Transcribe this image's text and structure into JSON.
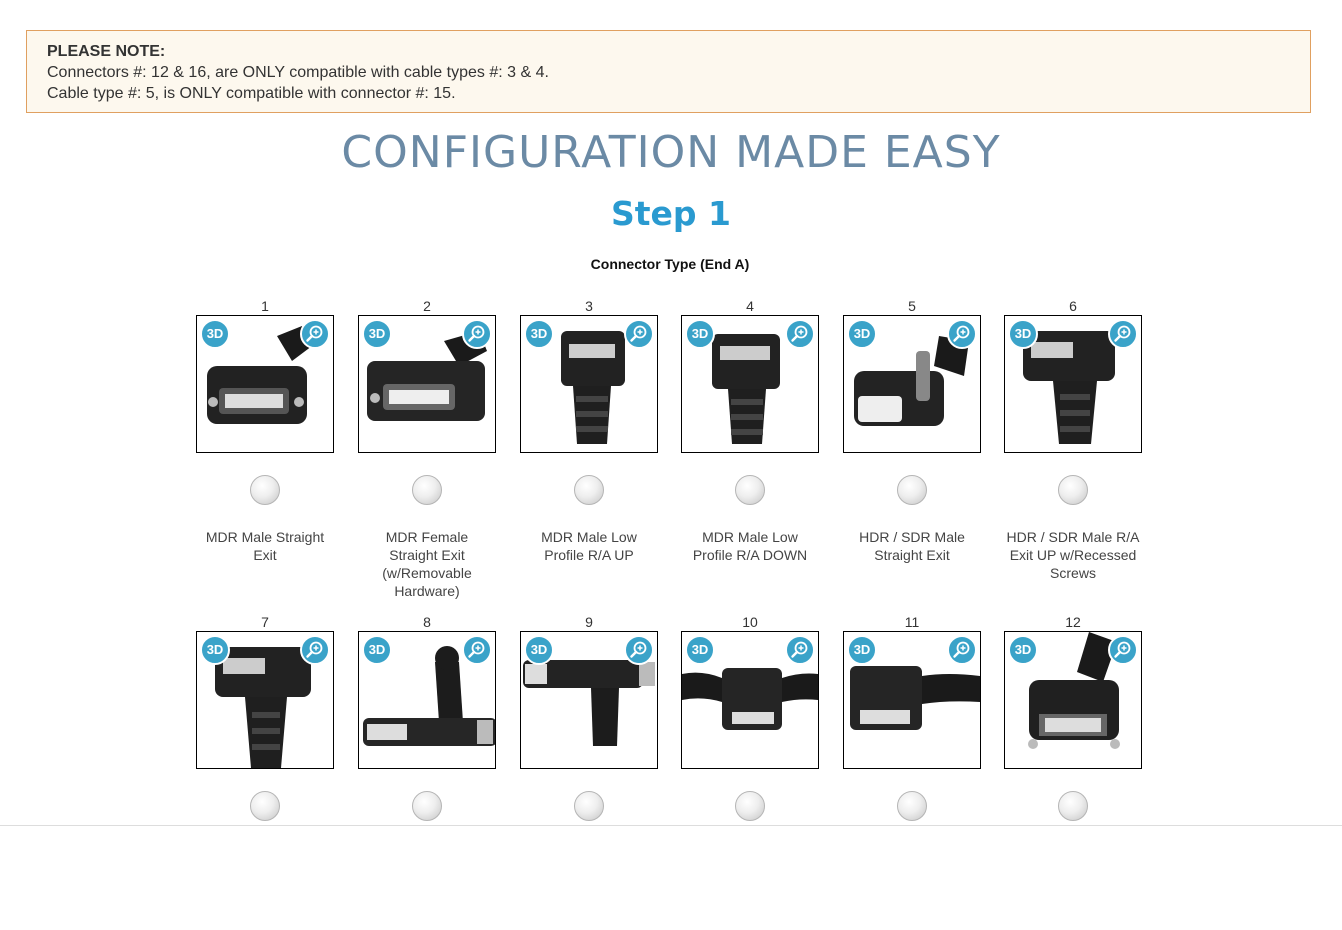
{
  "notice": {
    "title": "PLEASE NOTE:",
    "line1": "Connectors #: 12 & 16, are ONLY compatible with cable types #: 3 & 4.",
    "line2": "Cable type #: 5, is ONLY compatible with connector #: 15."
  },
  "header": {
    "title": "CONFIGURATION MADE EASY",
    "step": "Step 1",
    "section": "Connector Type (End A)"
  },
  "badges": {
    "three_d": "3D"
  },
  "connectors": [
    {
      "num": "1",
      "label": "MDR Male Straight Exit"
    },
    {
      "num": "2",
      "label": "MDR Female Straight Exit (w/Removable Hardware)"
    },
    {
      "num": "3",
      "label": "MDR Male Low Profile R/A UP"
    },
    {
      "num": "4",
      "label": "MDR Male Low Profile R/A DOWN"
    },
    {
      "num": "5",
      "label": "HDR / SDR Male Straight Exit"
    },
    {
      "num": "6",
      "label": "HDR / SDR Male R/A Exit UP w/Recessed Screws"
    },
    {
      "num": "7",
      "label": ""
    },
    {
      "num": "8",
      "label": ""
    },
    {
      "num": "9",
      "label": ""
    },
    {
      "num": "10",
      "label": ""
    },
    {
      "num": "11",
      "label": ""
    },
    {
      "num": "12",
      "label": ""
    }
  ],
  "colors": {
    "accent": "#3aa3c9",
    "title": "#6b8aa5",
    "step": "#2a9ad0",
    "notice_bg": "#fdf8ee",
    "notice_border": "#e0a060"
  }
}
